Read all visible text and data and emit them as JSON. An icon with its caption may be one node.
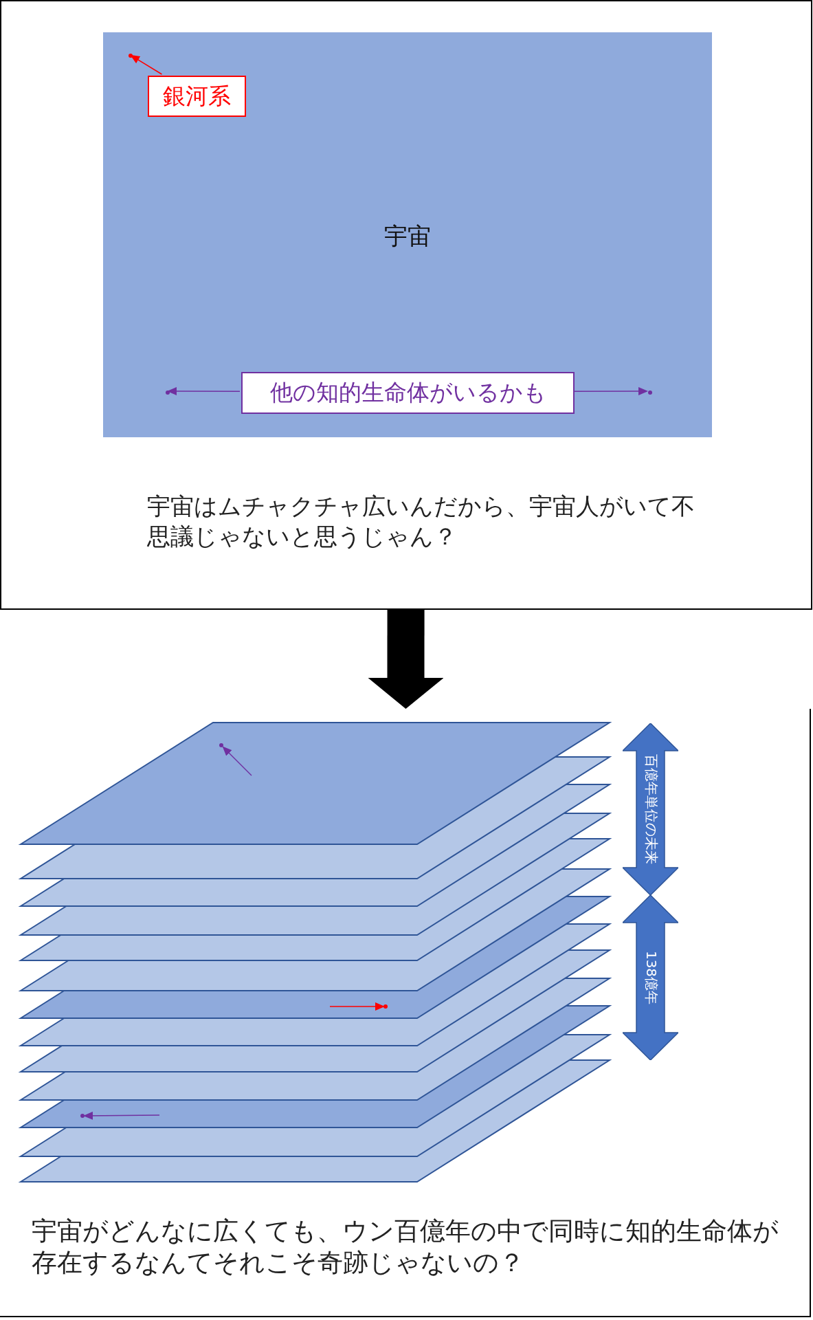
{
  "diagram": {
    "nodes": [
      {
        "text": [
          "宇宙はムチャクチャ広いんだから、宇宙人がいて不思議じゃないと思うじゃん？"
        ]
      },
      {
        "text": [
          "宇宙"
        ],
        "in": 0
      },
      {
        "text": [
          "銀河系"
        ],
        "in": 1
      },
      {
        "text": [],
        "shape": "circle",
        "in": 1
      },
      {
        "text": [
          "他の知的生命体がいるかも"
        ],
        "in": 1
      },
      {
        "text": [],
        "shape": "circle",
        "in": 1
      },
      {
        "text": [],
        "shape": "circle",
        "in": 1
      },
      {
        "text": [
          "宇宙がどんなに広くても、ウン百億年の中で同時に知的生命体が存在するなんてそれこそ奇跡じゃないの？"
        ]
      },
      {
        "text": [],
        "shape": "circle",
        "in": 7
      },
      {
        "text": [],
        "shape": "circle",
        "in": 7
      },
      {
        "text": [],
        "shape": "circle",
        "in": 7
      },
      {
        "text": [
          "百億年単位の未来"
        ],
        "in": 7
      },
      {
        "text": [
          "138億年"
        ],
        "in": 7
      }
    ],
    "edges": [
      {
        "from": 2,
        "to": 3,
        "arrow": "to",
        "color": "#ff0000"
      },
      {
        "from": 4,
        "to": 5,
        "arrow": "to",
        "color": "#7030a0"
      },
      {
        "from": 4,
        "to": 6,
        "arrow": "to",
        "color": "#7030a0"
      },
      {
        "from": 0,
        "to": 7,
        "arrow": "to",
        "style": "thick",
        "color": "#000000"
      },
      {
        "from": null,
        "to": 8,
        "arrow": "to",
        "color": "#7030a0"
      },
      {
        "from": null,
        "to": 9,
        "arrow": "to",
        "color": "#ff0000"
      },
      {
        "from": null,
        "to": 10,
        "arrow": "to",
        "color": "#7030a0"
      }
    ]
  }
}
